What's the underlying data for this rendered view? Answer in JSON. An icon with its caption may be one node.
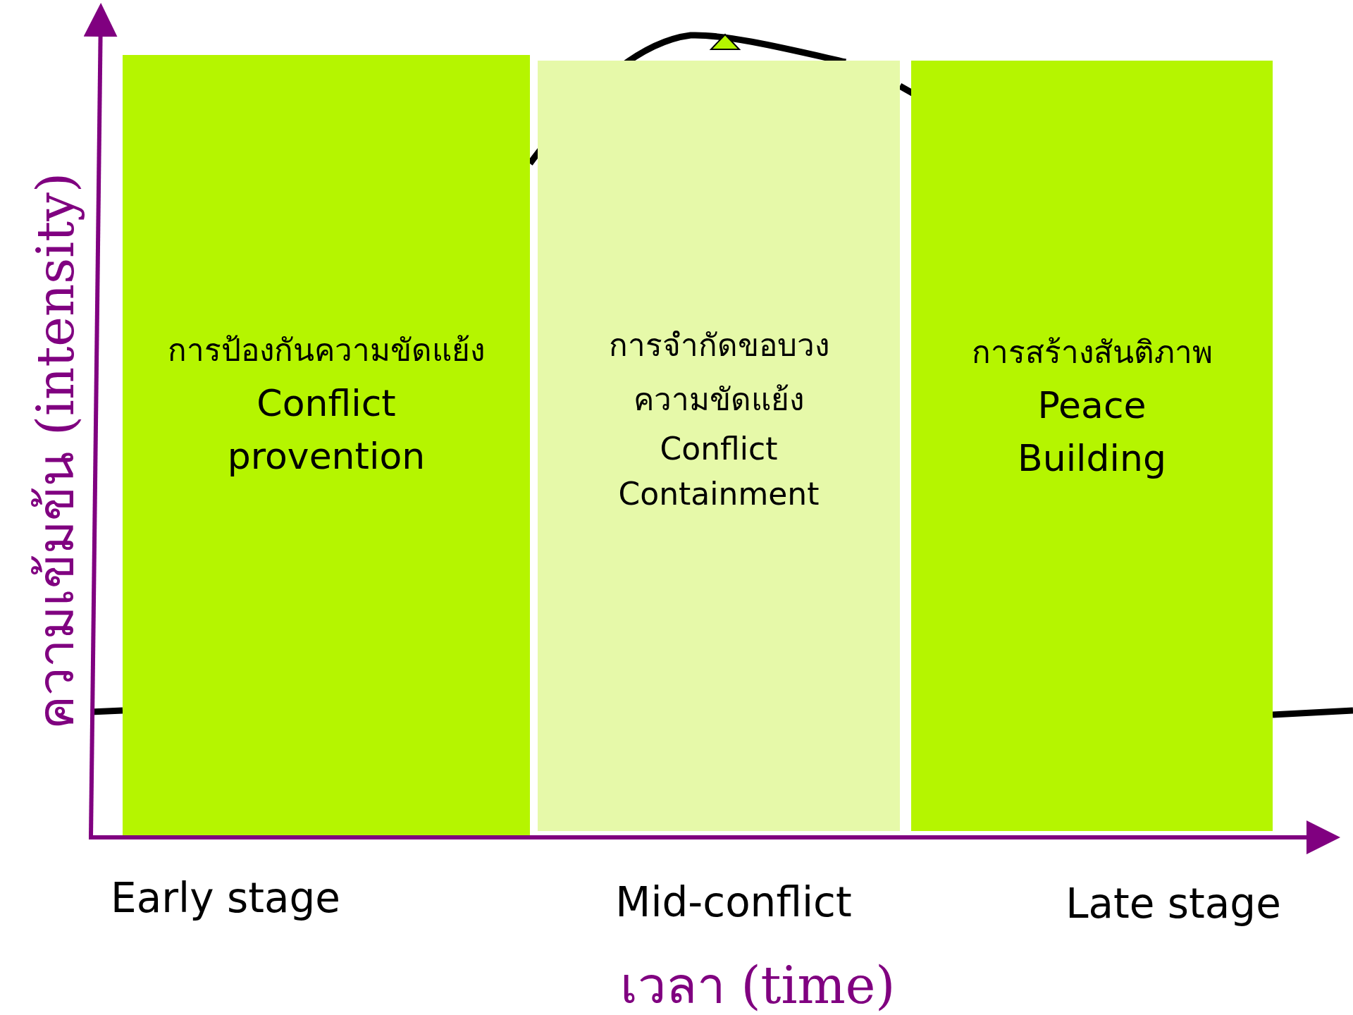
{
  "diagram": {
    "nodes": [
      {
        "text": [
          "การป้องกันความขัดแย้ง",
          "Conflict provention"
        ]
      },
      {
        "text": [
          "การจำกัดขอบวงความขัดแย้ง",
          "Conflict Containment"
        ]
      },
      {
        "text": [
          "การสร้างสันติภาพ",
          "Peace Building"
        ]
      }
    ],
    "labels": [
      "ความเข้มข้น (intensity)",
      "Early stage",
      "Mid-conflict",
      "Late stage",
      "เวลา (time)"
    ]
  }
}
